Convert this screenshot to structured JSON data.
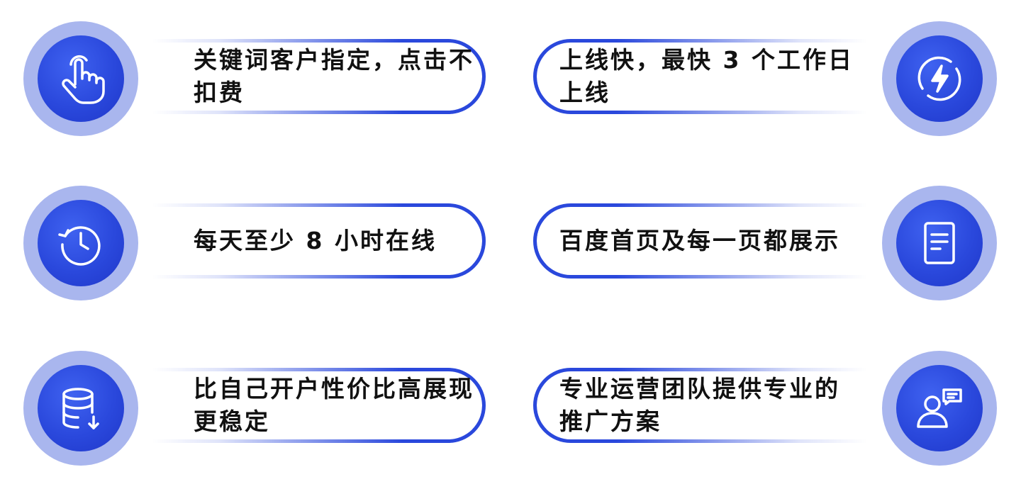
{
  "colors": {
    "accent": "#2a48dc",
    "icon_ring": "#a9b6ee",
    "text": "#111111"
  },
  "features": [
    {
      "text": "关键词客户指定，点击不扣费",
      "icon": "tap-hand-icon"
    },
    {
      "text": "上线快，最快 3 个工作日上线",
      "icon": "lightning-icon"
    },
    {
      "text": "每天至少 8 小时在线",
      "icon": "clock-icon"
    },
    {
      "text": "百度首页及每一页都展示",
      "icon": "document-icon"
    },
    {
      "text": "比自己开户性价比高展现更稳定",
      "icon": "database-icon"
    },
    {
      "text": "专业运营团队提供专业的推广方案",
      "icon": "user-chat-icon"
    }
  ]
}
